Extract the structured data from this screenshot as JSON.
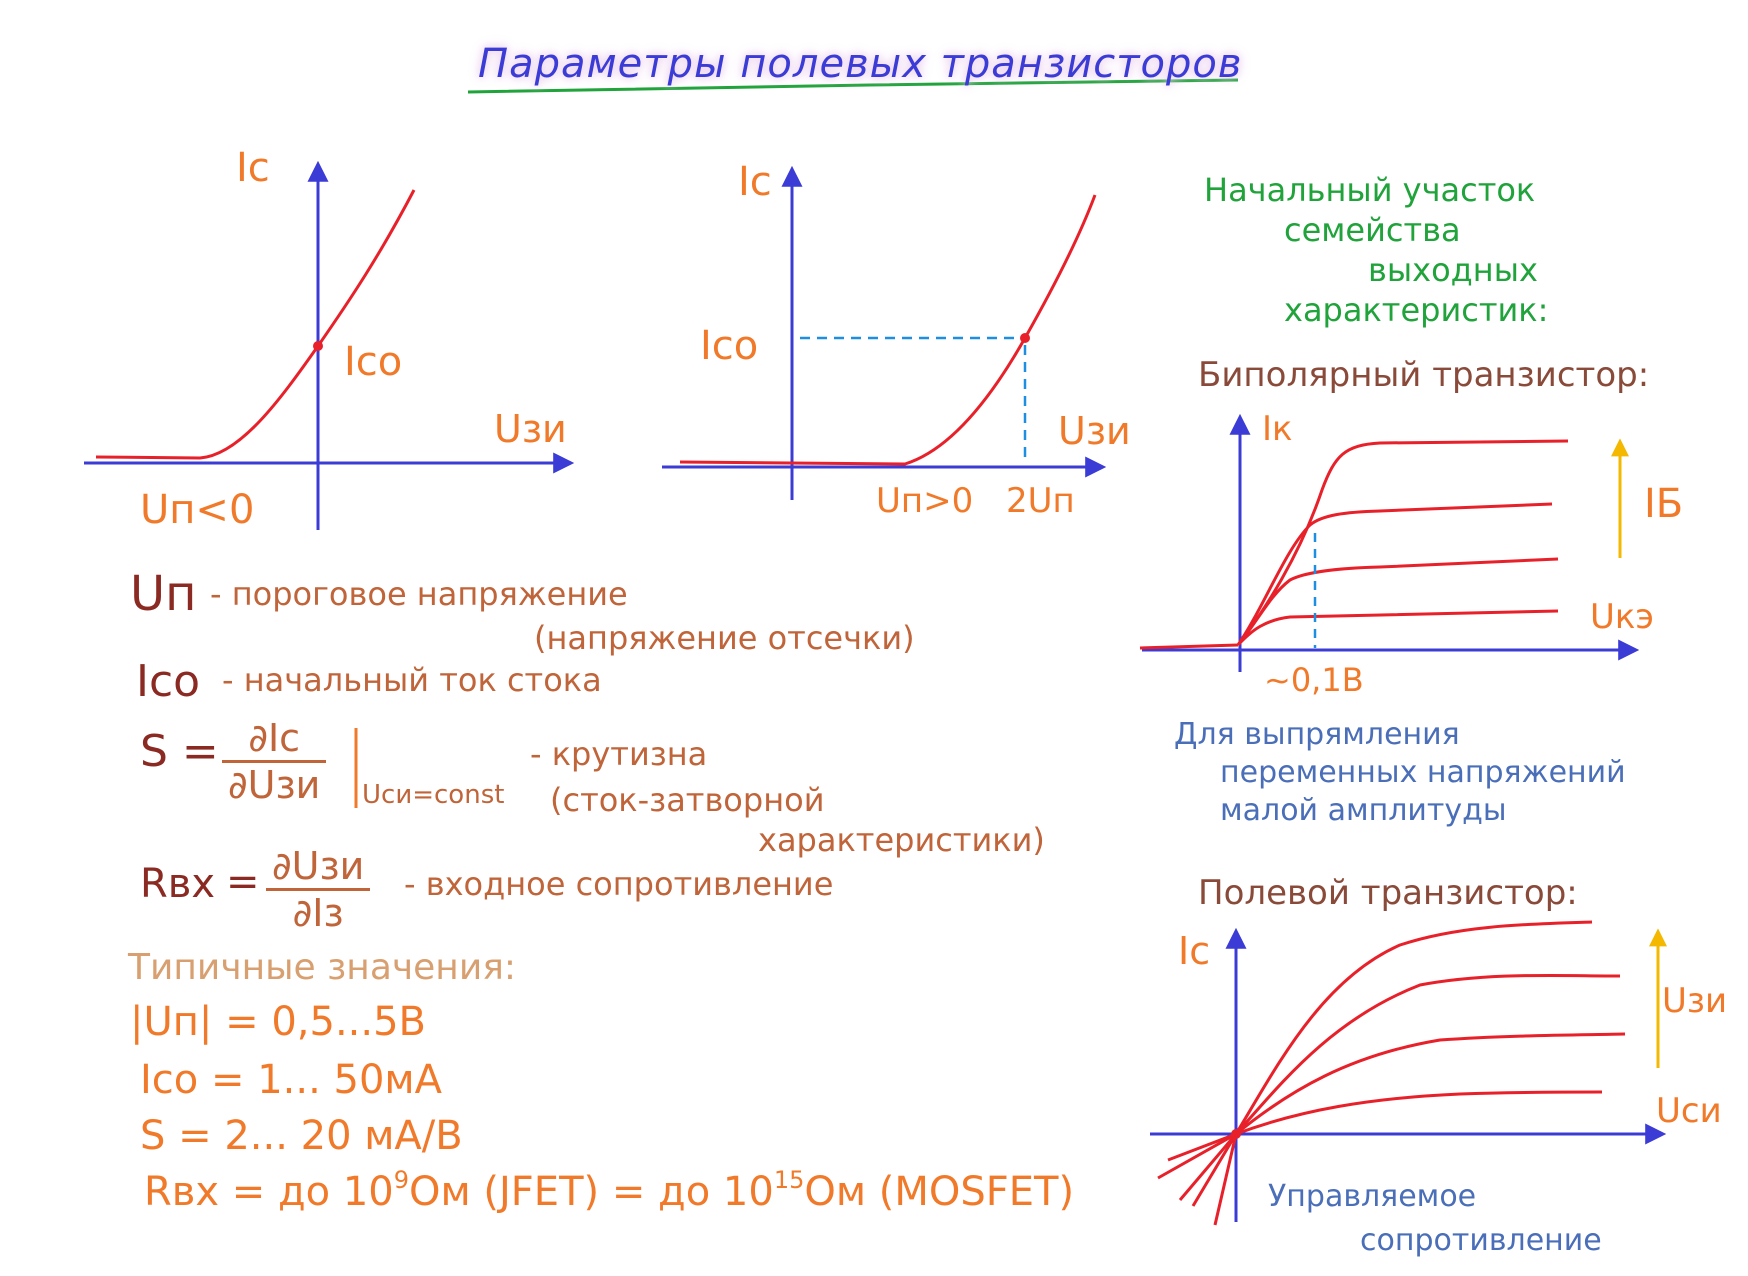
{
  "title": "Параметры полевых транзисторов",
  "chart1": {
    "y_label": "Ic",
    "x_label": "Uзи",
    "point_label": "Ico",
    "threshold_label": "Uп<0"
  },
  "chart2": {
    "y_label": "Ic",
    "x_label": "Uзи",
    "point_label": "Ico",
    "threshold_label": "Uп>0",
    "double_label": "2Uп"
  },
  "right_header": {
    "line1": "Начальный участок",
    "line2": "семейства",
    "line3": "выходных",
    "line4": "характеристик:"
  },
  "bipolar": {
    "heading": "Биполярный транзистор:",
    "y_label": "Iк",
    "x_label": "Uкэ",
    "param_label": "IБ",
    "x_mark": "~0,1В",
    "note1": "Для выпрямления",
    "note2": "переменных напряжений",
    "note3": "малой амплитуды"
  },
  "fet": {
    "heading": "Полевой транзистор:",
    "y_label": "Ic",
    "x_label": "Uси",
    "param_label": "Uзи",
    "note1": "Управляемое",
    "note2": "сопротивление"
  },
  "definitions": {
    "un_sym": "Uп",
    "un_text": "- пороговое напряжение",
    "un_text2": "(напряжение отсечки)",
    "ico_sym": "Ico",
    "ico_text": "- начальный ток стока",
    "s_sym": "S =",
    "s_num": "∂Ic",
    "s_den": "∂Uзи",
    "s_text": "- крутизна",
    "s_cond": "Uси=const",
    "s_text2": "(сток-затворной",
    "s_text3": "характеристики)",
    "r_sym": "Rвх",
    "r_eq": "=",
    "r_num": "∂Uзи",
    "r_den": "∂Iз",
    "r_text": "- входное сопротивление"
  },
  "typical": {
    "heading": "Типичные значения:",
    "un": "|Uп| = 0,5...5В",
    "ico": "Ico = 1... 50мА",
    "s": "S = 2... 20 мА/В",
    "r_pre": "Rвх = до 10",
    "r_exp1": "9",
    "r_mid": "Ом (JFET) = до 10",
    "r_exp2": "15",
    "r_post": "Ом (MOSFET)"
  },
  "colors": {
    "axis": "#3b3bd6",
    "curve": "#e8202a",
    "guide": "#1e8fe0",
    "arrow": "#f5b800"
  }
}
